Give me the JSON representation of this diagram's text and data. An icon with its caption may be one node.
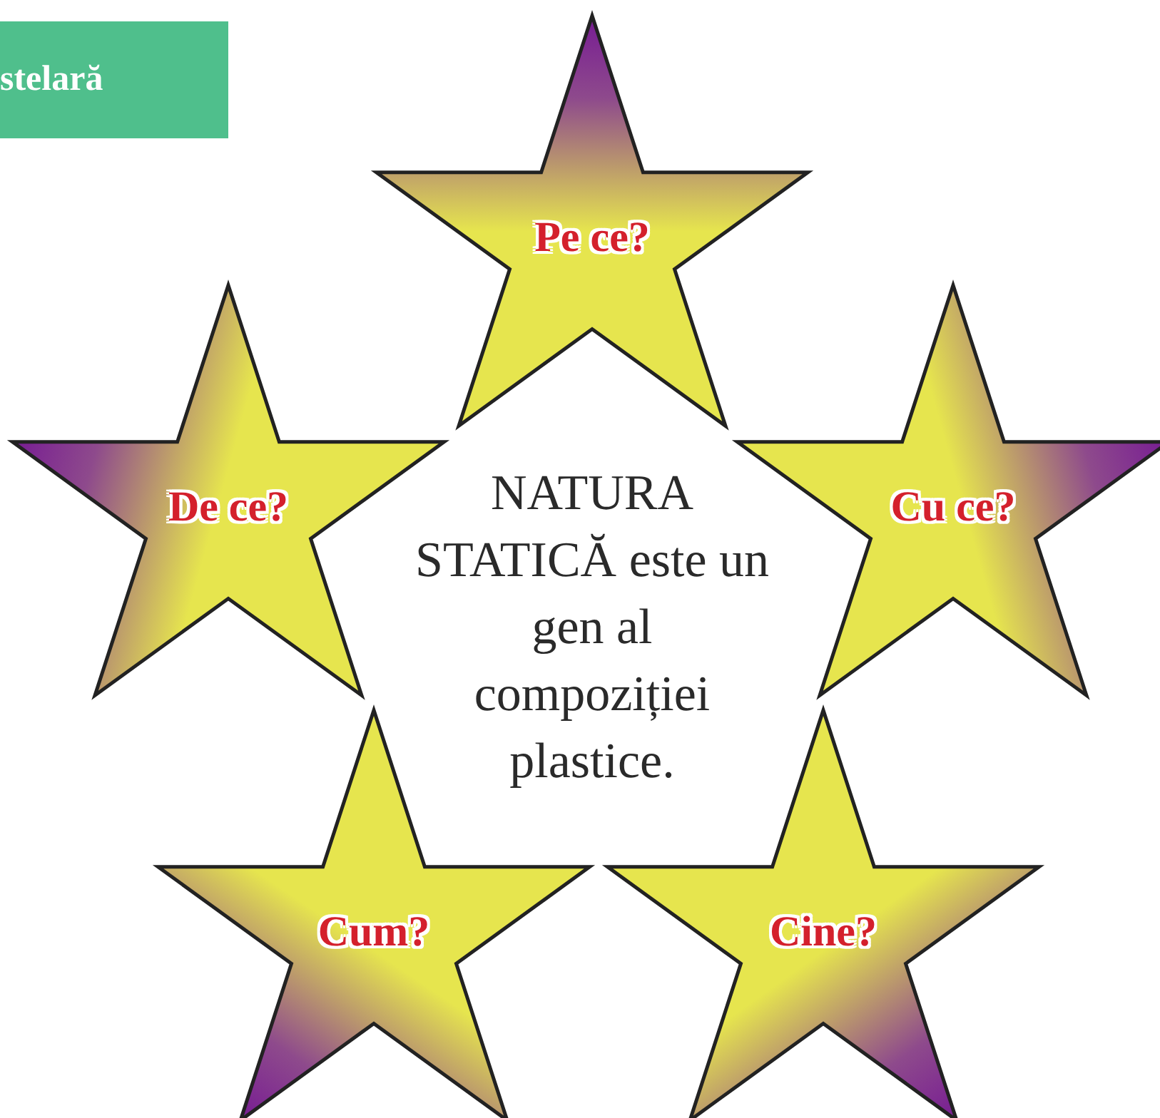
{
  "diagram": {
    "nodes": [
      {
        "text": [
          "stelară"
        ]
      },
      {
        "text": [
          "Pe ce?"
        ]
      },
      {
        "text": [
          "De ce?"
        ]
      },
      {
        "text": [
          "Cu ce?"
        ]
      },
      {
        "text": [
          "Cum?"
        ]
      },
      {
        "text": [
          "Cine?"
        ]
      }
    ],
    "labels": [
      "NATURA STATICĂ este un gen al compoziției plastice."
    ]
  }
}
